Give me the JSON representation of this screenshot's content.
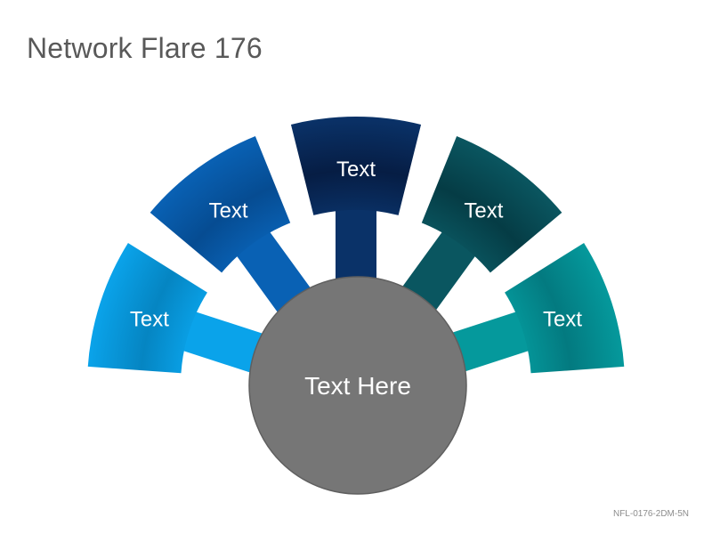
{
  "title": "Network Flare 176",
  "footer_code": "NFL-0176-2DM-5N",
  "center": {
    "label": "Text Here",
    "color": "#767676"
  },
  "segments": [
    {
      "label": "Text",
      "color": "#0aa3ea",
      "dark": "#0585c2"
    },
    {
      "label": "Text",
      "color": "#0961b4",
      "dark": "#064c92"
    },
    {
      "label": "Text",
      "color": "#0a3268",
      "dark": "#061d44"
    },
    {
      "label": "Text",
      "color": "#0a5660",
      "dark": "#053c45"
    },
    {
      "label": "Text",
      "color": "#05999c",
      "dark": "#037a80"
    }
  ]
}
